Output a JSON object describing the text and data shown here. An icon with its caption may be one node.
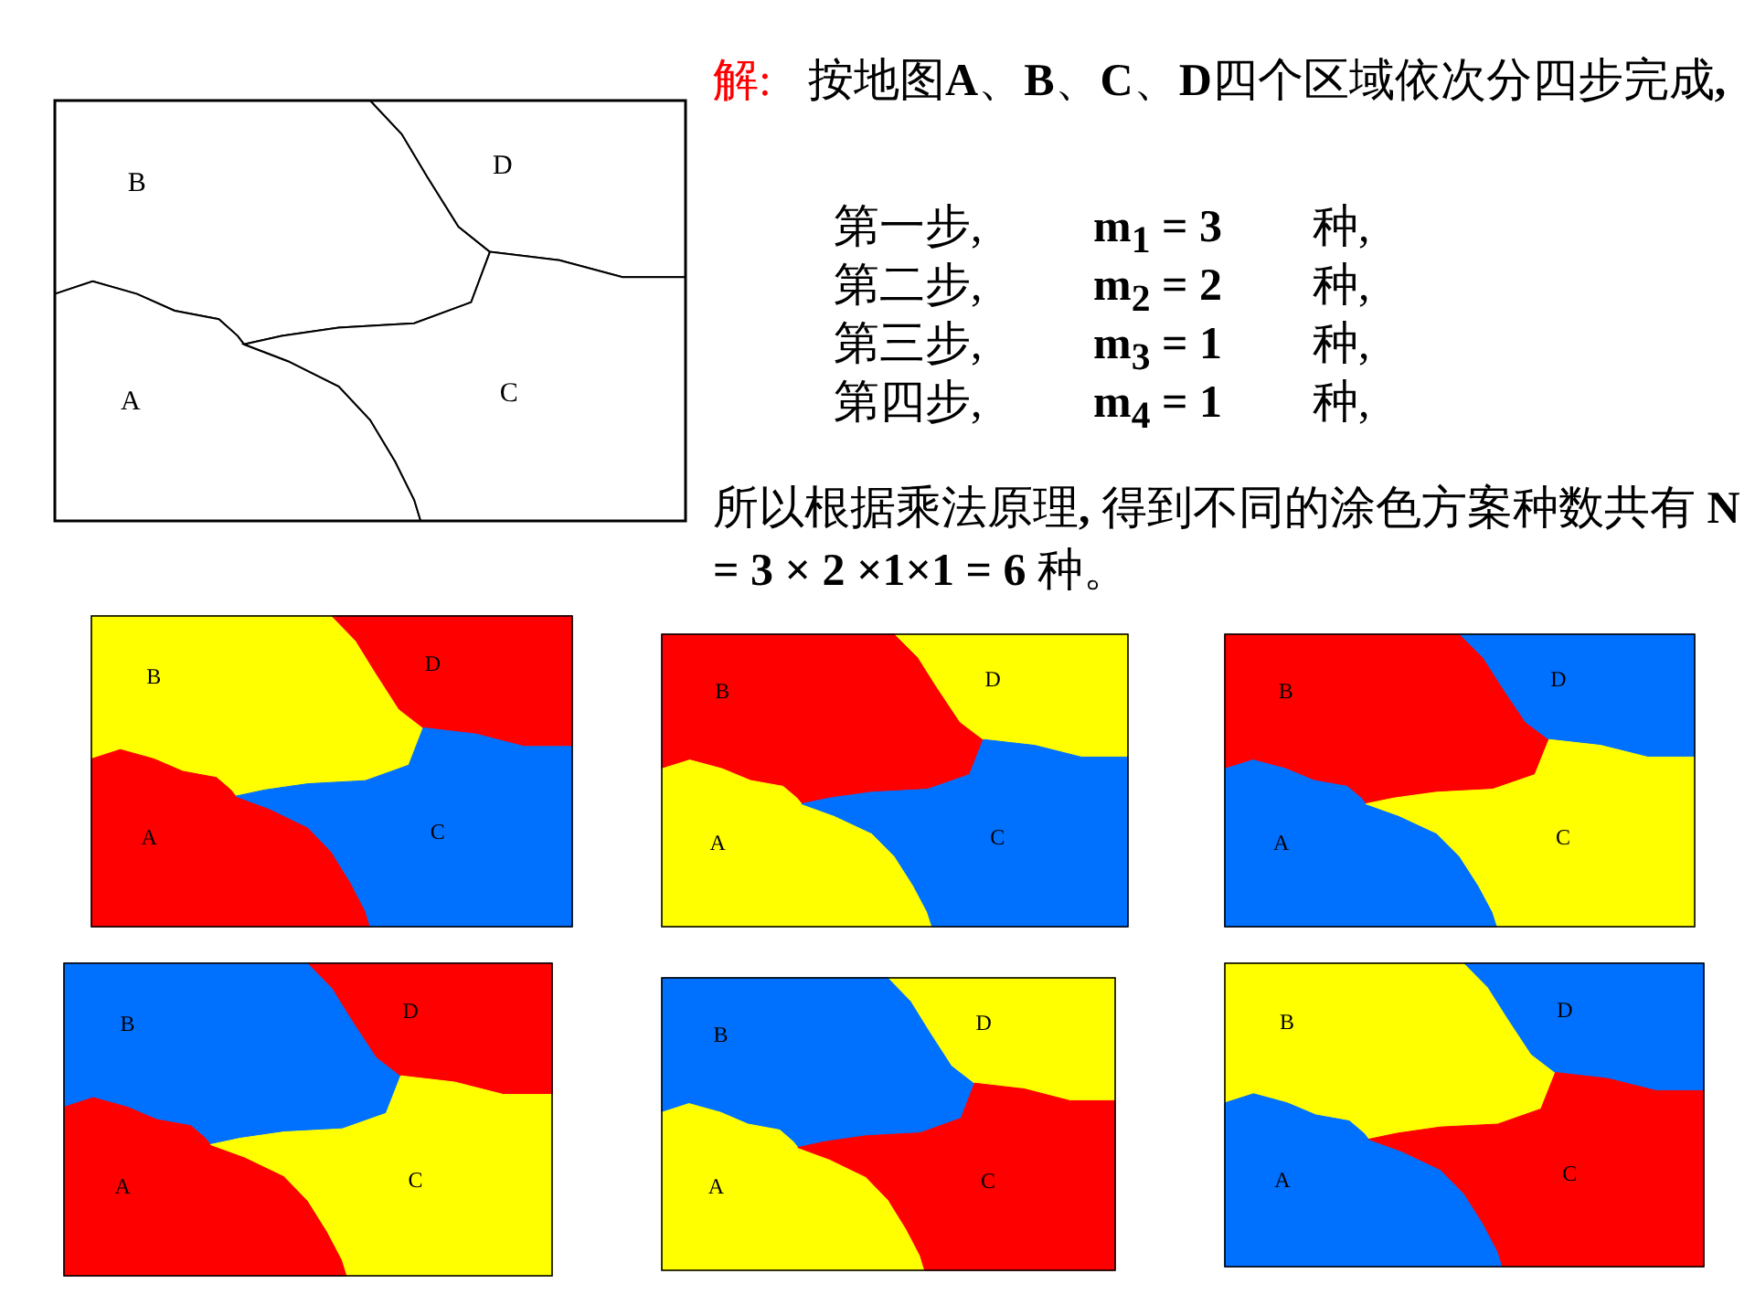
{
  "diagram": {
    "nodes": [
      {
        "text": [
          "B"
        ]
      },
      {
        "text": [
          "D"
        ]
      },
      {
        "text": [
          "A"
        ]
      },
      {
        "text": [
          "C"
        ]
      },
      {
        "text": [
          "B"
        ]
      },
      {
        "text": [
          "D"
        ]
      },
      {
        "text": [
          "A"
        ]
      },
      {
        "text": [
          "C"
        ]
      },
      {
        "text": [
          "B"
        ]
      },
      {
        "text": [
          "D"
        ]
      },
      {
        "text": [
          "A"
        ]
      },
      {
        "text": [
          "C"
        ]
      },
      {
        "text": [
          "B"
        ]
      },
      {
        "text": [
          "D"
        ]
      },
      {
        "text": [
          "A"
        ]
      },
      {
        "text": [
          "C"
        ]
      },
      {
        "text": [
          "B"
        ]
      },
      {
        "text": [
          "D"
        ]
      },
      {
        "text": [
          "A"
        ]
      },
      {
        "text": [
          "C"
        ]
      },
      {
        "text": [
          "B"
        ]
      },
      {
        "text": [
          "D"
        ]
      },
      {
        "text": [
          "A"
        ]
      },
      {
        "text": [
          "C"
        ]
      },
      {
        "text": [
          "B"
        ]
      },
      {
        "text": [
          "D"
        ]
      },
      {
        "text": [
          "A"
        ]
      },
      {
        "text": [
          "C"
        ]
      }
    ],
    "edges": [],
    "labels": [
      "解:",
      "按地图**A**、**B**、**C**、**D**四个区域依次分四步完成**,**",
      "第一步,",
      "m$_{1}$ = 3",
      "种,",
      "第二步,",
      "m$_{2}$ = 2",
      "种,",
      "第三步,",
      "m$_{3}$ = 1",
      "种,",
      "第四步,",
      "m$_{4}$ = 1",
      "种,",
      "所以根据乘法原理**,** 得到不同的涂色方案种数共有 **N = 3 × 2 ×1×1 = 6** 种。"
    ]
  }
}
